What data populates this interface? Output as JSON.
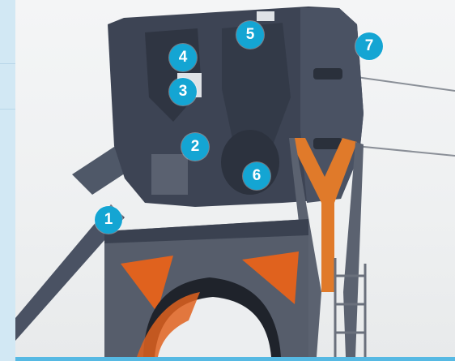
{
  "markers": [
    {
      "id": "1",
      "label": "1"
    },
    {
      "id": "2",
      "label": "2"
    },
    {
      "id": "3",
      "label": "3"
    },
    {
      "id": "4",
      "label": "4"
    },
    {
      "id": "5",
      "label": "5"
    },
    {
      "id": "6",
      "label": "6"
    },
    {
      "id": "7",
      "label": "7"
    }
  ],
  "colors": {
    "marker_fill": "#14a5d3",
    "marker_text": "#ffffff",
    "structure_dark": "#3a4150",
    "structure_mid": "#4a5263",
    "accent_orange": "#e0621e",
    "side_strip": "#d2e8f4",
    "bottom_rule": "#56b9e3"
  }
}
